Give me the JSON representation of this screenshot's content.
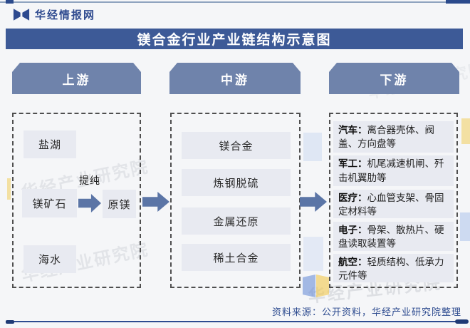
{
  "brand": {
    "site_name": "华经情报网"
  },
  "header": {
    "title": "镁合金行业产业链结构示意图"
  },
  "upstream": {
    "header": "上游",
    "sources": [
      "盐湖",
      "镁矿石",
      "海水"
    ],
    "process_label": "提纯",
    "product": "原镁"
  },
  "midstream": {
    "header": "中游",
    "items": [
      "镁合金",
      "炼钢脱硫",
      "金属还原",
      "稀土合金"
    ]
  },
  "downstream": {
    "header": "下游",
    "items": [
      {
        "label": "汽车：",
        "desc": "离合器壳体、阀盖、方向盘等"
      },
      {
        "label": "军工：",
        "desc": "机尾减速机闸、歼击机翼肋等"
      },
      {
        "label": "医疗：",
        "desc": "心血管支架、骨固定材料等"
      },
      {
        "label": "电子：",
        "desc": "骨架、散热片、硬盘读取装置等"
      },
      {
        "label": "航空：",
        "desc": "轻质结构、低承力元件等"
      }
    ]
  },
  "footer": {
    "source_note": "资料来源：公开资料，华经产业研究院整理"
  },
  "watermark": {
    "text": "华经产业研究院"
  },
  "colors": {
    "title_bar": "#3d5a97",
    "column_header": "#6f83ab",
    "arrow": "#5b75a6",
    "node_bg": "#e8eaf1",
    "accent_navy": "#2e4a8f",
    "watermark_blue": "#6c8fd8",
    "watermark_yellow": "#f2c94c"
  }
}
